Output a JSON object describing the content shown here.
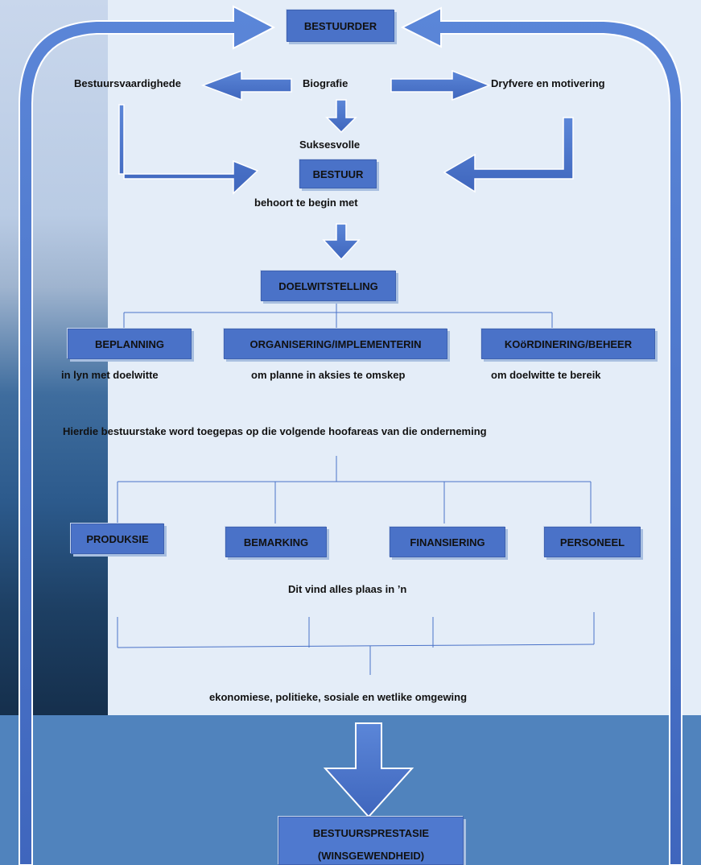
{
  "diagram": {
    "top_box": "BESTUURDER",
    "inputs": {
      "left": "Bestuursvaardighede",
      "center": "Biografie",
      "right": "Dryfvere en motivering"
    },
    "success_label": "Suksesvolle",
    "management_box": "BESTUUR",
    "starts_with": "behoort te begin met",
    "goal_box": "DOELWITSTELLING",
    "tasks": [
      {
        "box": "BEPLANNING",
        "caption": "in lyn met doelwitte"
      },
      {
        "box": "ORGANISERING/IMPLEMENTERIN",
        "caption": "om planne in aksies te omskep"
      },
      {
        "box": "KOöRDINERING/BEHEER",
        "caption": "om doelwitte te bereik"
      }
    ],
    "applied_text": "Hierdie bestuurstake word toegepas op die volgende hoofareas van die onderneming",
    "areas": [
      "PRODUKSIE",
      "BEMARKING",
      "FINANSIERING",
      "PERSONEEL"
    ],
    "environment_intro": "Dit vind alles plaas in ’n",
    "environment": "ekonomiese, politieke, sosiale en wetlike omgewing",
    "result_line1": "BESTUURSPRESTASIE",
    "result_line2": "(WINSGEWENDHEID)"
  },
  "colors": {
    "box_fill": "#4a72c8",
    "arrow_fill": "#4a72c8",
    "panel": "#e4edf8",
    "connector": "#4a72c8"
  }
}
